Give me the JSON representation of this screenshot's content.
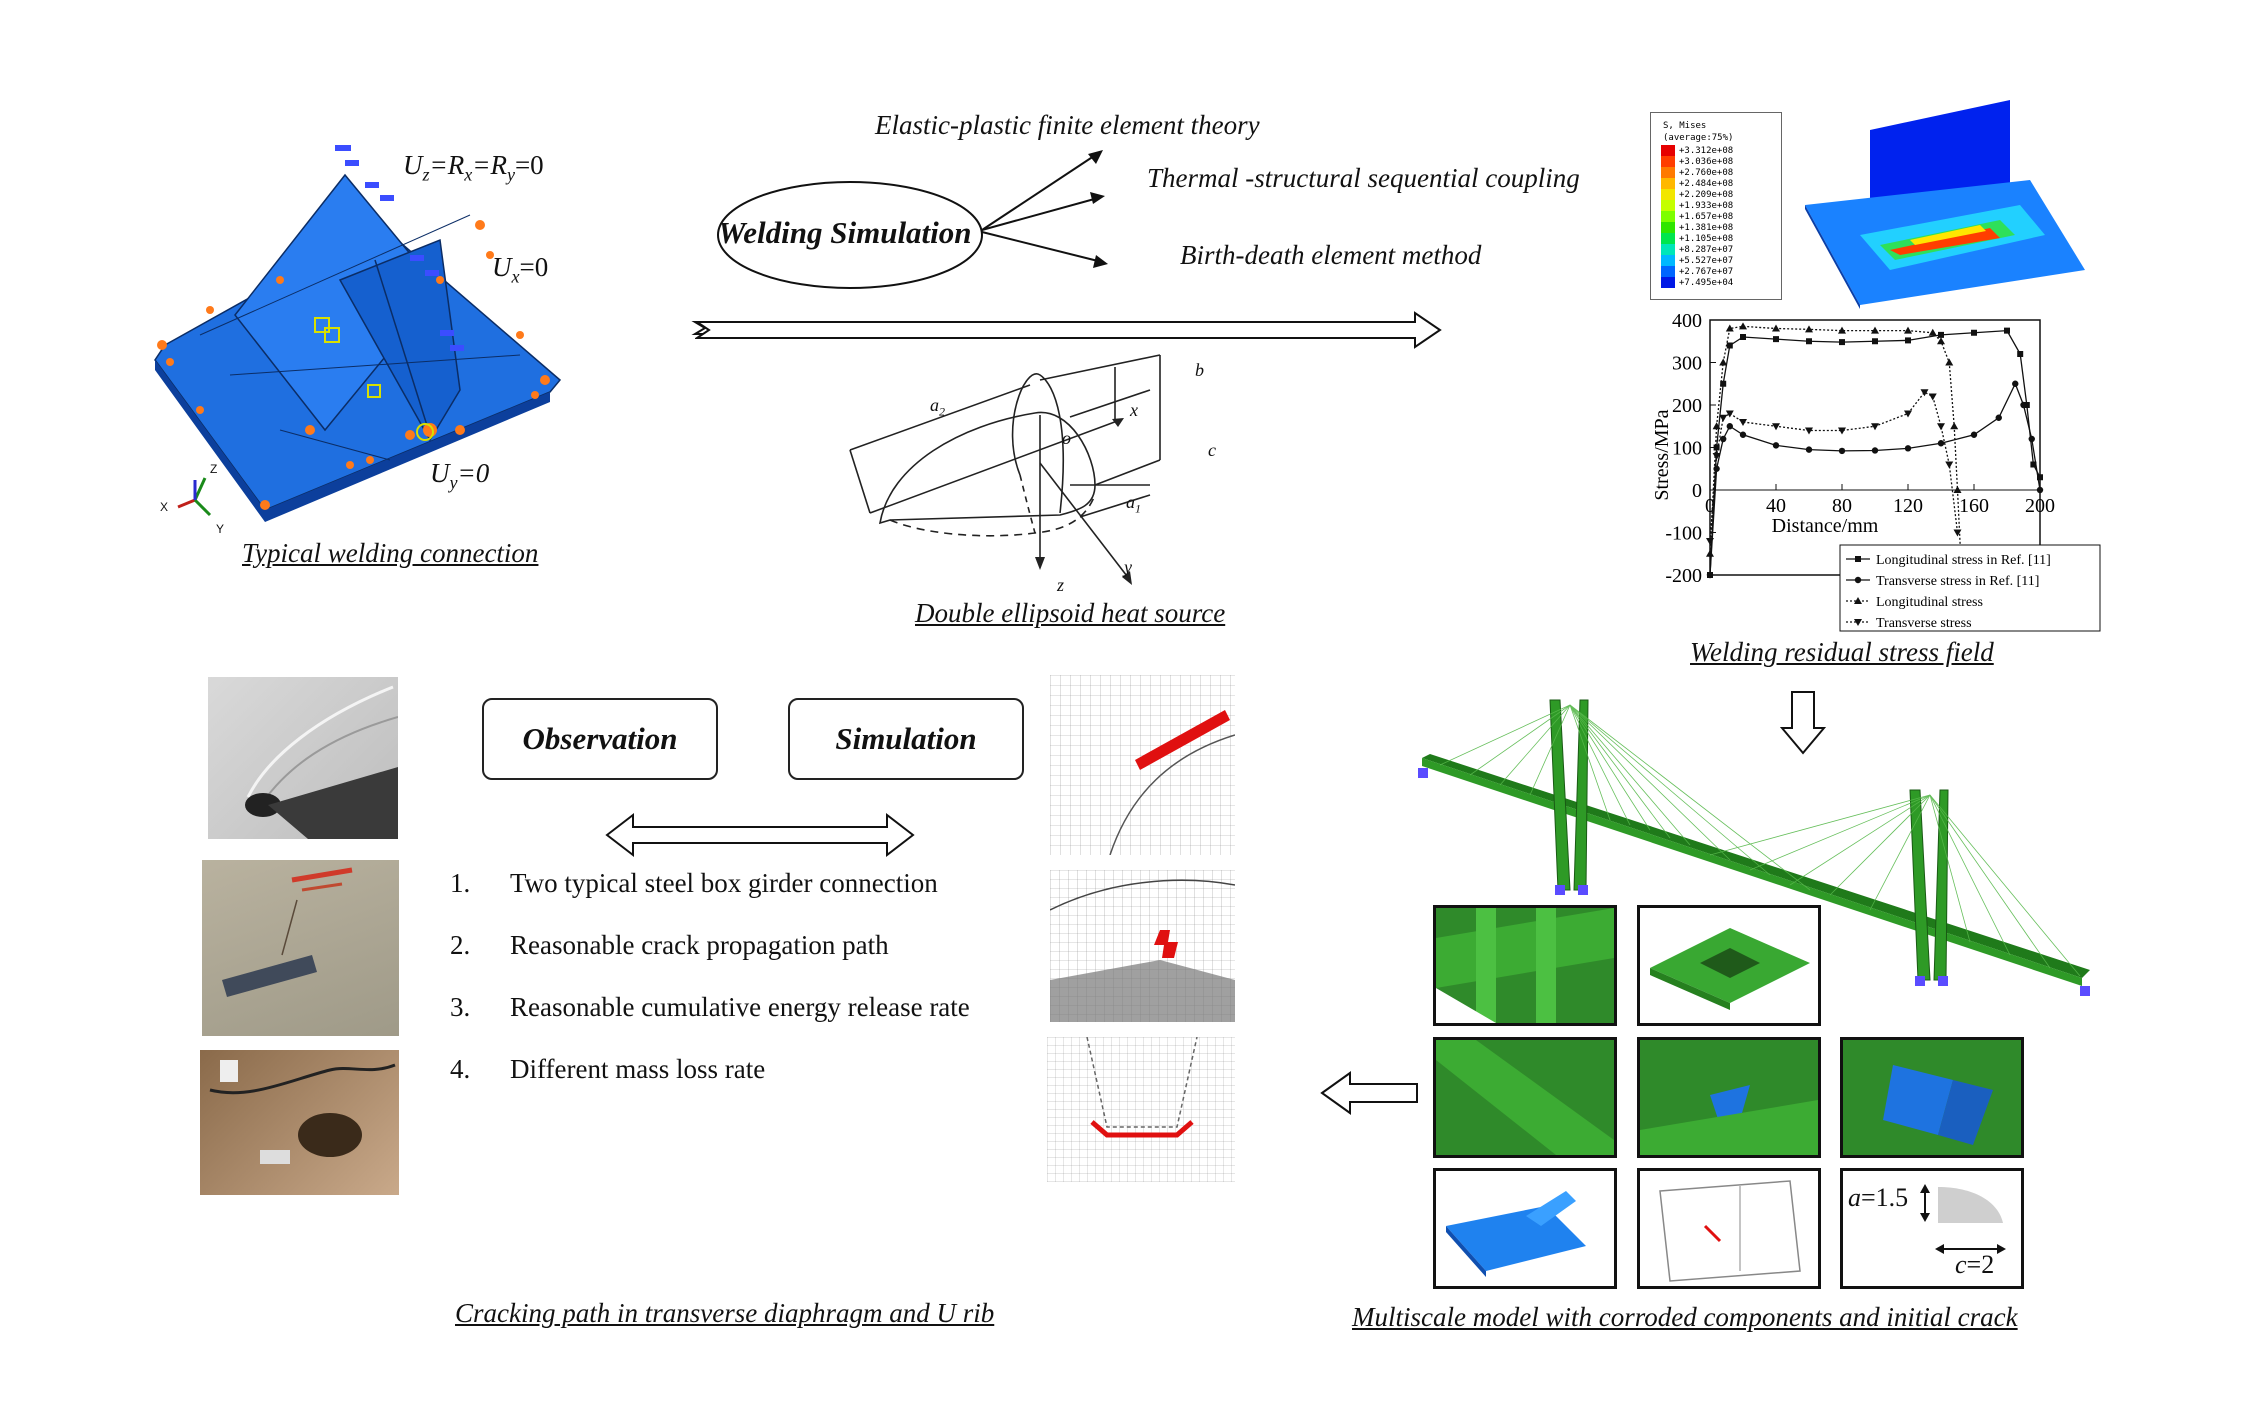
{
  "top_left": {
    "bc1": "U",
    "bc1_sub_z": "z",
    "bc1_eq1": "=R",
    "bc1_sub_x": "x",
    "bc1_eq2": "=R",
    "bc1_sub_y": "y",
    "bc1_end": "=0",
    "bc2": "U",
    "bc2_sub": "x",
    "bc2_end": "=0",
    "bc3": "U",
    "bc3_sub": "y",
    "bc3_end": "=0",
    "axis_z": "Z",
    "axis_x": "X",
    "axis_y": "Y",
    "caption": "Typical welding connection"
  },
  "welding": {
    "title": "Welding Simulation",
    "item1": "Elastic-plastic finite element theory",
    "item2": "Thermal -structural sequential coupling",
    "item3": "Birth-death element method"
  },
  "heat_source": {
    "a2": "a",
    "a2_sub": "2",
    "b": "b",
    "c": "c",
    "o": "o",
    "x": "x",
    "a1": "a",
    "a1_sub": "1",
    "y": "y",
    "z": "z",
    "caption": "Double ellipsoid heat source"
  },
  "contour_legend": {
    "title": "S, Mises",
    "subtitle": "(average:75%)",
    "values": [
      "+3.312e+08",
      "+3.036e+08",
      "+2.760e+08",
      "+2.484e+08",
      "+2.209e+08",
      "+1.933e+08",
      "+1.657e+08",
      "+1.381e+08",
      "+1.105e+08",
      "+8.287e+07",
      "+5.527e+07",
      "+2.767e+07",
      "+7.495e+04"
    ],
    "colors": [
      "#e60000",
      "#ff3d00",
      "#ff7a00",
      "#ffb800",
      "#f2e600",
      "#c4ff00",
      "#7dff00",
      "#2fe600",
      "#00e64d",
      "#00e6b8",
      "#00b8ff",
      "#0066ff",
      "#0018e6"
    ]
  },
  "chart_data": {
    "type": "line",
    "xlabel": "Distance/mm",
    "ylabel": "Stress/MPa",
    "xlim": [
      0,
      200
    ],
    "ylim": [
      -200,
      400
    ],
    "x_ticks": [
      "0",
      "40",
      "80",
      "120",
      "160",
      "200"
    ],
    "y_ticks": [
      "400",
      "300",
      "200",
      "100",
      "0",
      "-100",
      "-200"
    ],
    "series": [
      {
        "name": "Longitudinal stress in Ref. [11]",
        "marker": "square",
        "dash": "solid",
        "x": [
          0,
          4,
          8,
          12,
          20,
          40,
          60,
          80,
          100,
          120,
          140,
          160,
          180,
          188,
          192,
          196,
          200
        ],
        "y": [
          -200,
          100,
          250,
          340,
          360,
          355,
          350,
          348,
          350,
          352,
          365,
          370,
          375,
          320,
          200,
          60,
          30
        ]
      },
      {
        "name": "Transverse stress in Ref. [11]",
        "marker": "circle",
        "dash": "solid",
        "x": [
          0,
          4,
          8,
          12,
          20,
          40,
          60,
          80,
          100,
          120,
          140,
          160,
          175,
          185,
          190,
          195,
          200
        ],
        "y": [
          -200,
          50,
          120,
          150,
          130,
          105,
          95,
          92,
          93,
          98,
          110,
          130,
          170,
          250,
          200,
          120,
          0
        ]
      },
      {
        "name": "Longitudinal stress",
        "marker": "triangle-up",
        "dash": "dotted",
        "x": [
          0,
          4,
          8,
          12,
          20,
          40,
          60,
          80,
          100,
          120,
          135,
          140,
          145,
          148,
          150,
          152
        ],
        "y": [
          -150,
          150,
          300,
          380,
          385,
          380,
          378,
          375,
          375,
          375,
          370,
          350,
          300,
          150,
          0,
          -160
        ]
      },
      {
        "name": "Transverse stress",
        "marker": "triangle-down",
        "dash": "dotted",
        "x": [
          0,
          4,
          8,
          12,
          20,
          40,
          60,
          80,
          100,
          120,
          130,
          135,
          140,
          145,
          150
        ],
        "y": [
          -120,
          80,
          170,
          180,
          160,
          150,
          140,
          140,
          150,
          180,
          230,
          220,
          150,
          60,
          -100
        ]
      }
    ],
    "legend_placement": "bottom-right"
  },
  "residual_caption": "Welding residual stress field",
  "crack_section": {
    "observation": "Observation",
    "simulation": "Simulation",
    "items": [
      {
        "num": "1.",
        "text": "Two typical steel box girder connection"
      },
      {
        "num": "2.",
        "text": "Reasonable crack propagation path"
      },
      {
        "num": "3.",
        "text": "Reasonable cumulative energy release rate"
      },
      {
        "num": "4.",
        "text": "Different mass loss rate"
      }
    ],
    "caption": "Cracking path in transverse diaphragm and U rib"
  },
  "multiscale": {
    "a_label": "a",
    "a_value": "=1.5",
    "c_label": "c",
    "c_value": "=2",
    "caption": "Multiscale model with corroded components and initial crack"
  }
}
